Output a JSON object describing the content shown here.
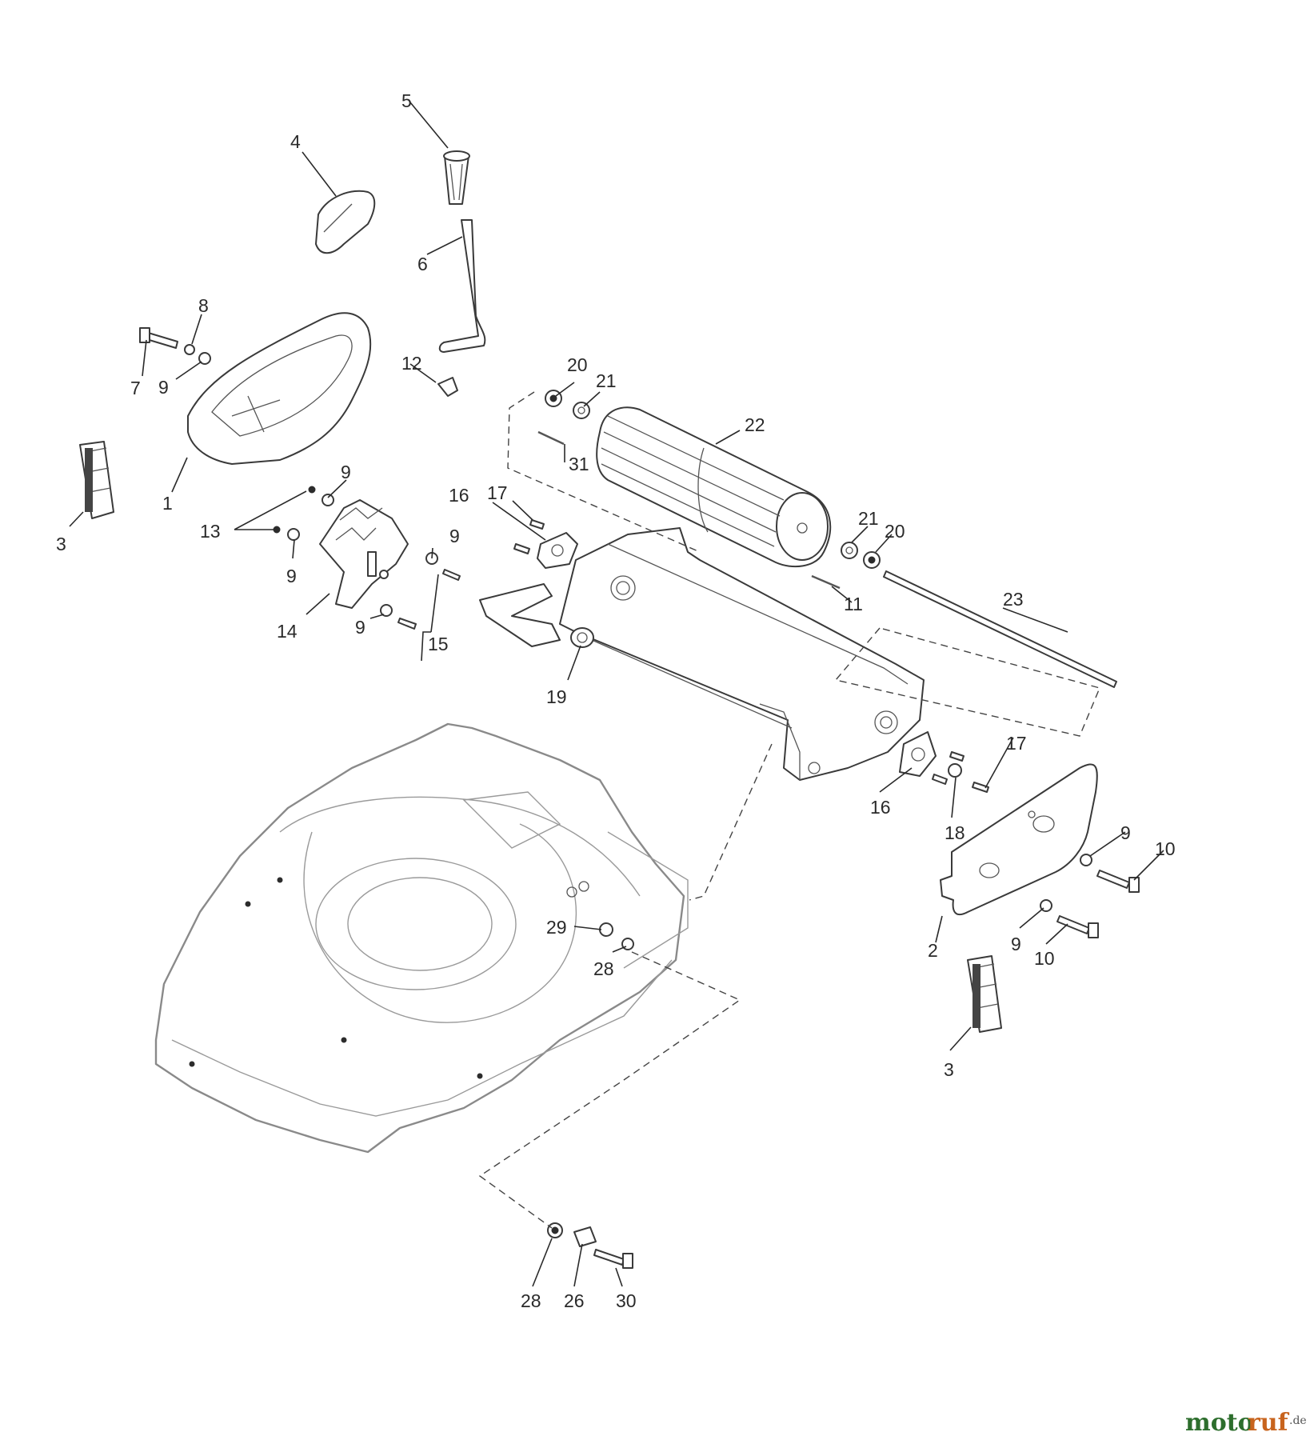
{
  "callouts": {
    "c1": "1",
    "c2": "2",
    "c3a": "3",
    "c3b": "3",
    "c4": "4",
    "c5": "5",
    "c6": "6",
    "c7": "7",
    "c8": "8",
    "c9a": "9",
    "c9b": "9",
    "c9c": "9",
    "c9d": "9",
    "c9e": "9",
    "c9f": "9",
    "c9g": "9",
    "c10a": "10",
    "c10b": "10",
    "c11": "11",
    "c12": "12",
    "c13": "13",
    "c14": "14",
    "c15": "15",
    "c16a": "16",
    "c16b": "16",
    "c17a": "17",
    "c17b": "17",
    "c18": "18",
    "c19": "19",
    "c20a": "20",
    "c20b": "20",
    "c21a": "21",
    "c21b": "21",
    "c22": "22",
    "c23": "23",
    "c26": "26",
    "c28a": "28",
    "c28b": "28",
    "c29": "29",
    "c30": "30",
    "c31": "31"
  },
  "watermark": {
    "part1": "moto",
    "part2": "ruf",
    "suffix": ".de"
  }
}
